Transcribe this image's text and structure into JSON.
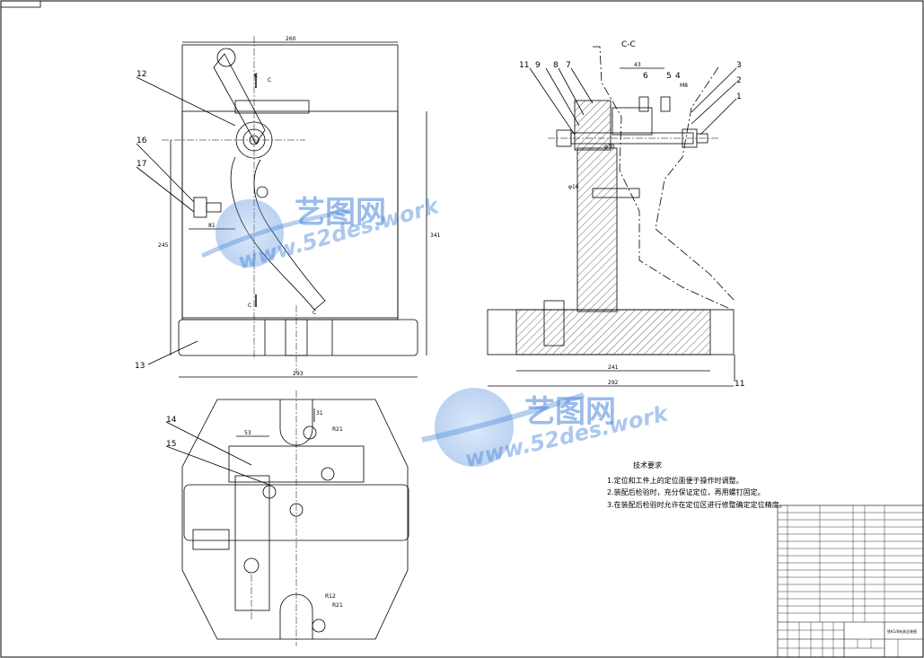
{
  "section_label": "C-C",
  "section_marks": [
    "C",
    "C",
    "C",
    "C"
  ],
  "part_numbers": {
    "front": [
      "12",
      "16",
      "17",
      "13"
    ],
    "side": [
      "11",
      "9",
      "8",
      "7",
      "6",
      "5",
      "4",
      "3",
      "2",
      "1",
      "11"
    ],
    "plan": [
      "14",
      "15"
    ]
  },
  "dimensions": {
    "front_top": "260",
    "front_height_left": "245",
    "front_height_right": "341",
    "front_bottom": "293",
    "front_small": "81",
    "side_top": "43",
    "side_bottom_inner": "241",
    "side_bottom_outer": "292",
    "side_misc": [
      "φ16",
      "φ30",
      "M8"
    ],
    "plan": [
      "53",
      "31",
      "R21",
      "R12",
      "R21"
    ]
  },
  "tech_requirements": {
    "heading": "技术要求",
    "items": [
      "1.定位和工件上的定位面便于操作时调整。",
      "2.装配后检验时，充分保证定位，再用螺钉固定。",
      "3.在装配后检验时允许在定位区进行修整确定定位精度。"
    ]
  },
  "title_block": {
    "drawing_title": "铣K1/8夹具总装图"
  },
  "watermark": {
    "brand_cn": "艺图网",
    "url": "www.52des.work"
  }
}
